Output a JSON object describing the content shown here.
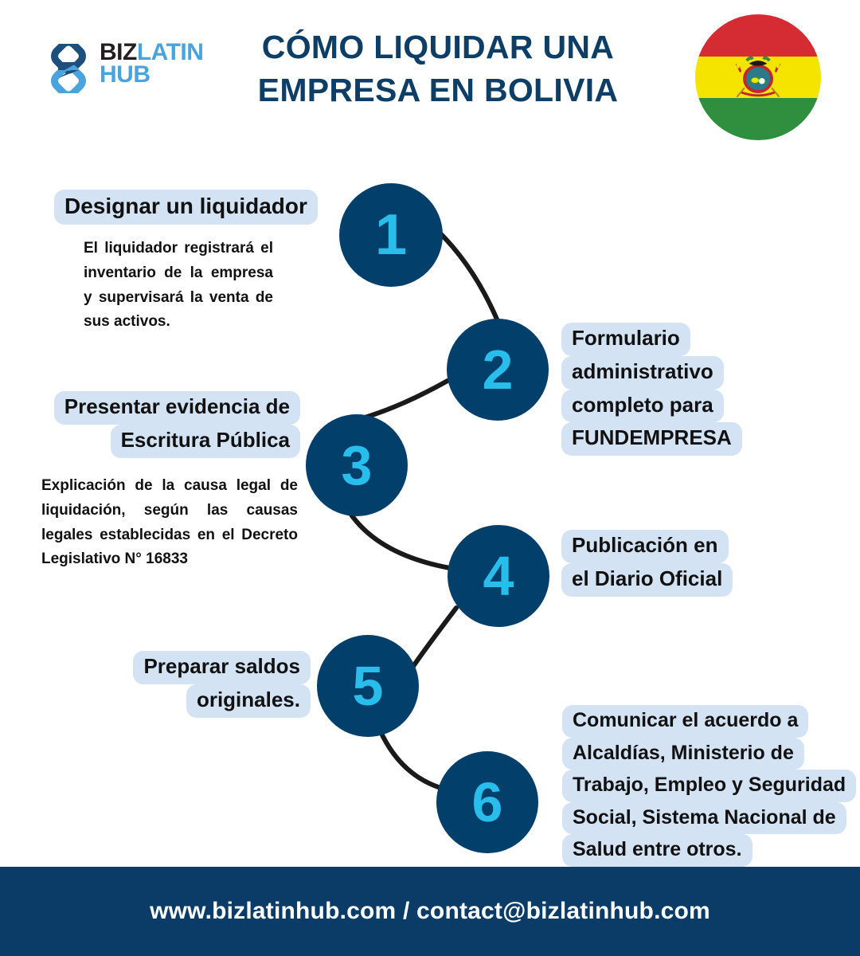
{
  "brand": {
    "logo_biz": "BIZ",
    "logo_latin": "LATIN",
    "logo_hub": "HUB",
    "logo_icon": "bizlatinhub-interlocking-logo"
  },
  "header": {
    "title_line1": "CÓMO LIQUIDAR UNA",
    "title_line2": "EMPRESA EN BOLIVIA",
    "flag_name": "bolivia-flag-icon",
    "flag_stripes": [
      "#d52b33",
      "#f4e400",
      "#2f8f3e"
    ]
  },
  "colors": {
    "navy": "#023f6b",
    "deep_navy": "#0d3e66",
    "cyan": "#29bdeb",
    "light_blue": "#d3e3f3",
    "footer_navy": "#0a3c67",
    "curve": "#1a1a1a",
    "logo_light": "#4aa3dc",
    "logo_dark": "#231f20"
  },
  "steps": [
    {
      "number": "1",
      "label_lines": [
        "Designar un liquidador"
      ],
      "description": "El liquidador registrará el inventario de la empresa y supervisará la venta de sus activos.",
      "side": "left"
    },
    {
      "number": "2",
      "label_lines": [
        "Formulario",
        "administrativo",
        "completo para",
        "FUNDEMPRESA"
      ],
      "description": "",
      "side": "right"
    },
    {
      "number": "3",
      "label_lines": [
        "Presentar evidencia de",
        "Escritura Pública"
      ],
      "description": "Explicación de la causa legal de liquidación, según las causas legales establecidas en el Decreto Legislativo N° 16833",
      "side": "left"
    },
    {
      "number": "4",
      "label_lines": [
        "Publicación en",
        "el Diario Oficial"
      ],
      "description": "",
      "side": "right"
    },
    {
      "number": "5",
      "label_lines": [
        "Preparar saldos",
        "originales."
      ],
      "description": "",
      "side": "left"
    },
    {
      "number": "6",
      "label_lines": [
        "Comunicar el acuerdo a",
        "Alcaldías, Ministerio de",
        "Trabajo, Empleo y Seguridad",
        "Social, Sistema Nacional de",
        "Salud entre otros."
      ],
      "description": "",
      "side": "right"
    }
  ],
  "footer": {
    "contact": "www.bizlatinhub.com / contact@bizlatinhub.com"
  }
}
